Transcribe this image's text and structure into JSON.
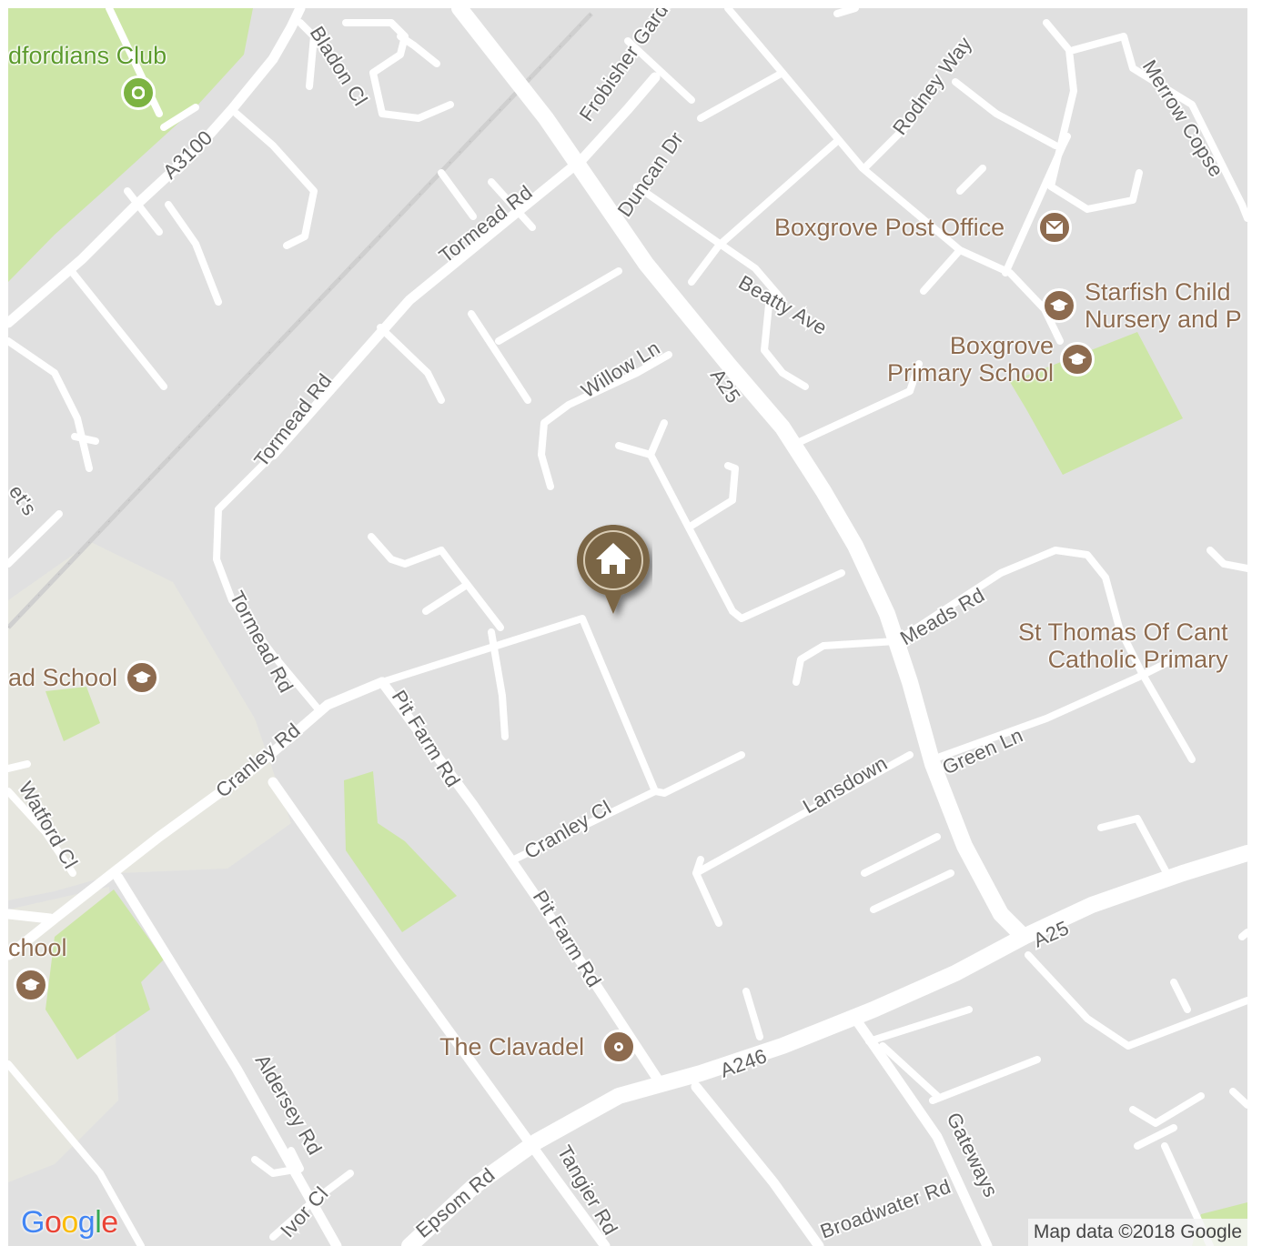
{
  "map": {
    "colors": {
      "background": "#e0e0e0",
      "road": "#ffffff",
      "park": "#cde6a7",
      "school_grounds": "#e6e6df",
      "poi": "#8d6b4f",
      "park_poi": "#7cb342",
      "label": "#616161"
    },
    "street_labels": [
      "Bladon Cl",
      "A3100",
      "Tormead Rd",
      "Tormead Rd",
      "Tormead Rd",
      "Frobisher Gardens",
      "Duncan Dr",
      "Rodney Way",
      "Merrow Copse",
      "Beatty Ave",
      "Willow Ln",
      "A25",
      "A25",
      "Meads Rd",
      "Green Ln",
      "Lansdown",
      "Cranley Rd",
      "Cranley Cl",
      "Pit Farm Rd",
      "Pit Farm Rd",
      "A246",
      "Epsom Rd",
      "Tangier Rd",
      "Aldersey Rd",
      "Ivor Cl",
      "Watford Cl",
      "Gateways",
      "Broadwater Rd",
      "et's"
    ],
    "pois": {
      "bedfordians": "dfordians Club",
      "post_office": "Boxgrove Post Office",
      "starfish_line1": "Starfish Child",
      "starfish_line2": "Nursery and P",
      "boxgrove_line1": "Boxgrove",
      "boxgrove_line2": "Primary School",
      "st_thomas_line1": "St Thomas Of Cant",
      "st_thomas_line2": "Catholic Primary",
      "tormead_school": "ad School",
      "school_left": "chool",
      "clavadel": "The Clavadel"
    },
    "icons": {
      "park": "park-pin-icon",
      "post_office": "mail-icon",
      "school": "graduation-cap-icon",
      "restaurant": "generic-poi-icon",
      "home": "home-icon"
    },
    "branding": {
      "logo": "Google",
      "attribution": "Map data ©2018 Google"
    }
  }
}
